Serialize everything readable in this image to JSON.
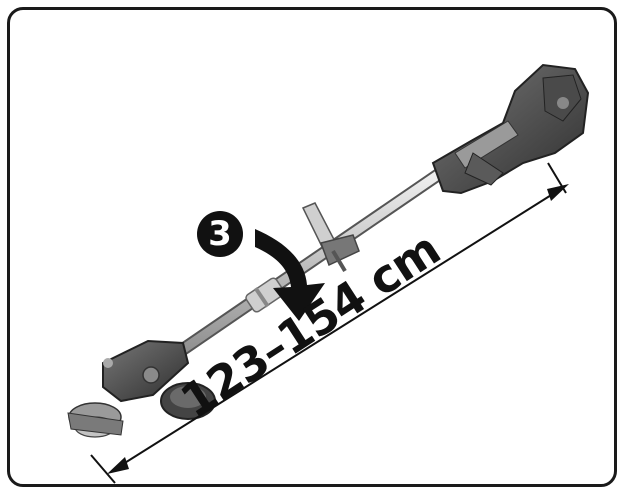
{
  "step": {
    "number": "3"
  },
  "dimension": {
    "label": "123–154 cm"
  },
  "icons": {
    "direction_arrow": "curved-arrow-down-icon",
    "trimmer": "string-trimmer-illustration",
    "measure_arrow": "double-headed-arrow-icon"
  },
  "colors": {
    "ink": "#111111",
    "frame": "#1a1a1a",
    "tool_dark": "#3a3a3a",
    "tool_mid": "#6a6a6a",
    "tool_light": "#bdbdbd"
  }
}
